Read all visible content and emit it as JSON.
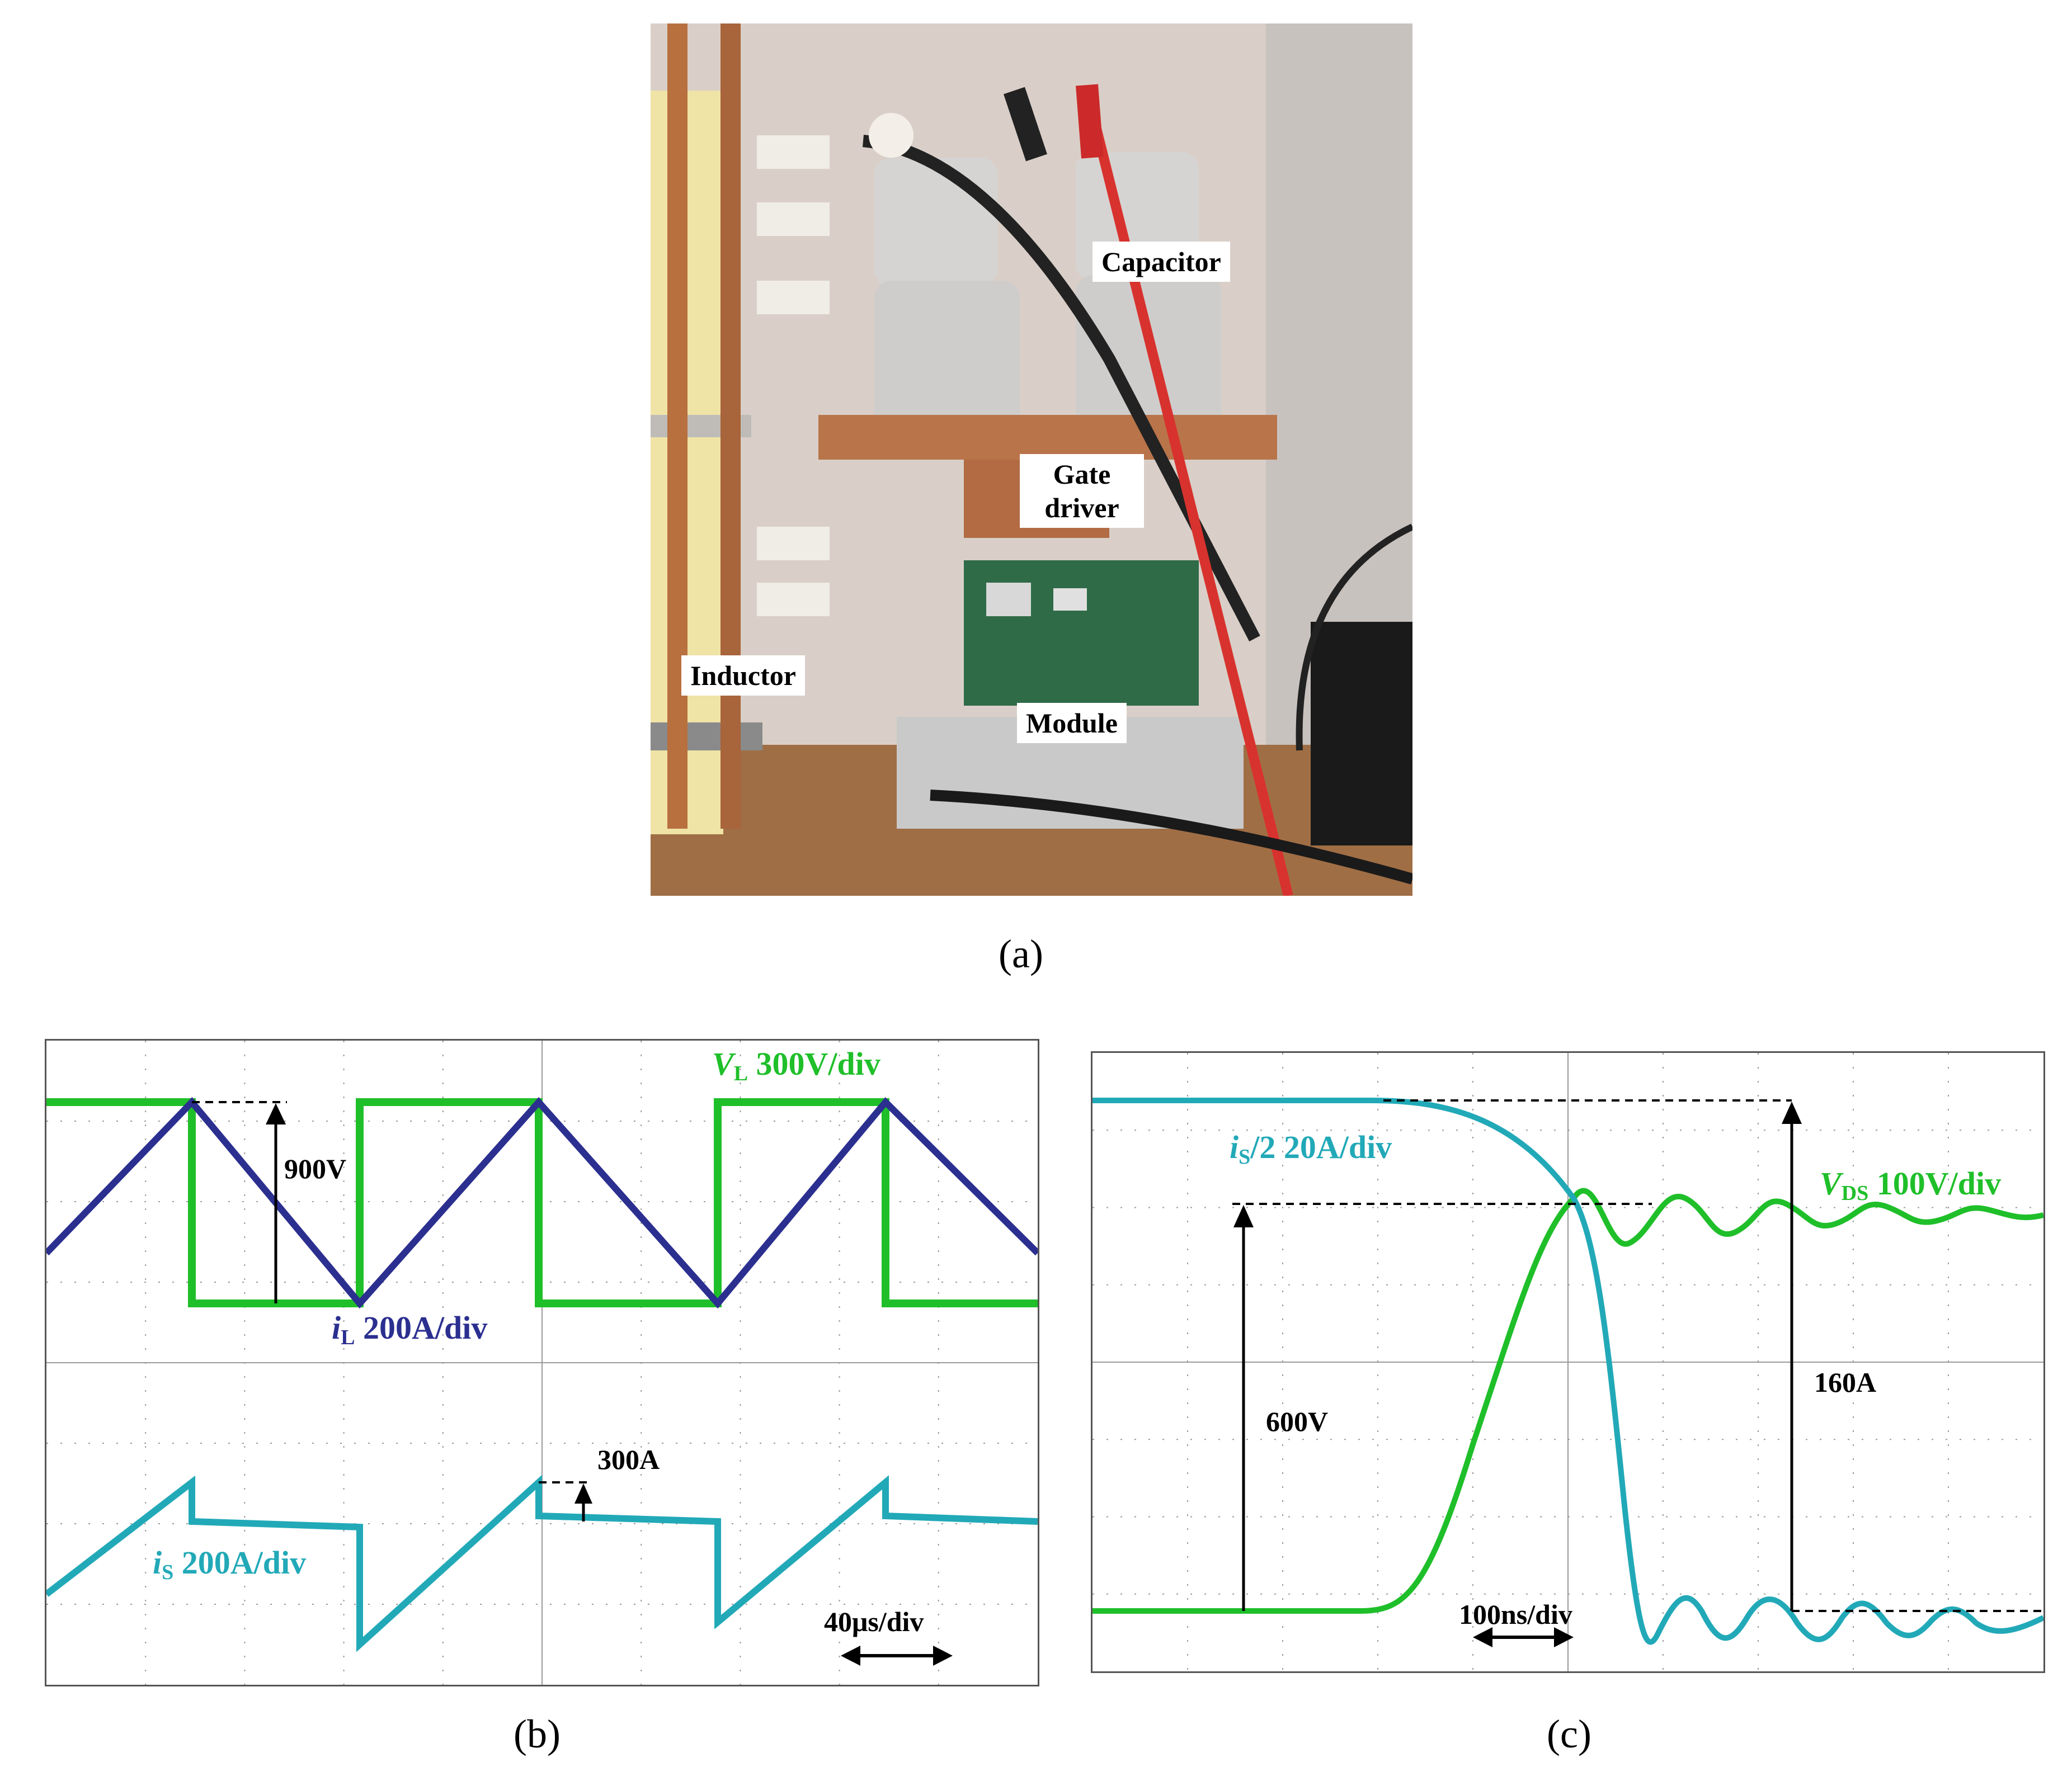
{
  "figure": {
    "panel_a": {
      "caption": "(a)",
      "labels": {
        "capacitor": "Capacitor",
        "gate_driver_line1": "Gate",
        "gate_driver_line2": "driver",
        "inductor": "Inductor",
        "module": "Module"
      }
    },
    "panel_b": {
      "caption": "(b)",
      "trace_vl": {
        "symbol": "V",
        "sub": "L",
        "scale": " 300V/div",
        "color": "#1fbf2a"
      },
      "trace_il": {
        "symbol": "i",
        "sub": "L",
        "scale": " 200A/div",
        "color": "#2b2f8f"
      },
      "trace_is": {
        "symbol": "i",
        "sub": "S",
        "scale": " 200A/div",
        "color": "#22a9b8"
      },
      "annotation_voltage": "900V",
      "annotation_current": "300A",
      "time_scale": "40μs/div"
    },
    "panel_c": {
      "caption": "(c)",
      "trace_is": {
        "symbol": "i",
        "sub": "S",
        "scale": "/2 20A/div",
        "color": "#22a9b8"
      },
      "trace_vds": {
        "symbol": "V",
        "sub": "DS",
        "scale": " 100V/div",
        "color": "#1fbf2a"
      },
      "annotation_voltage": "600V",
      "annotation_current": "160A",
      "time_scale": "100ns/div"
    }
  }
}
